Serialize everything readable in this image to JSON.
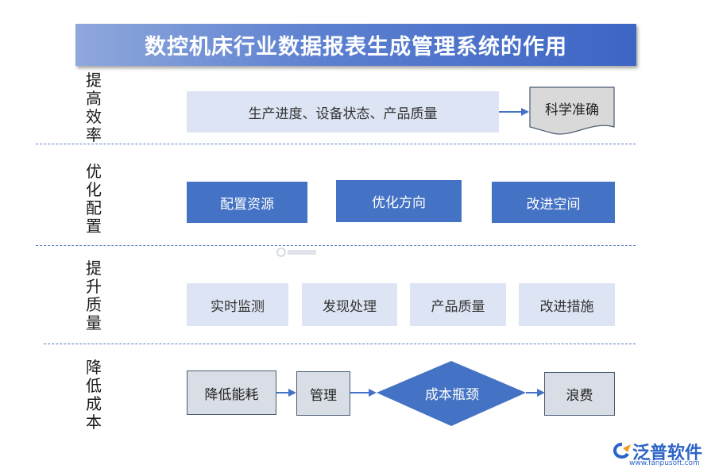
{
  "title": "数控机床行业数据报表生成管理系统的作用",
  "sections": [
    {
      "label": "提高效率",
      "boxes": [
        "生产进度、设备状态、产品质量"
      ],
      "result": "科学准确"
    },
    {
      "label": "优化配置",
      "boxes": [
        "配置资源",
        "优化方向",
        "改进空间"
      ]
    },
    {
      "label": "提升质量",
      "boxes": [
        "实时监测",
        "发现处理",
        "产品质量",
        "改进措施"
      ]
    },
    {
      "label": "降低成本",
      "boxes": [
        "降低能耗",
        "管理"
      ],
      "diamond": "成本瓶颈",
      "result": "浪费"
    }
  ],
  "logo": {
    "name": "泛普软件",
    "url": "www.fanpusoft.com"
  },
  "colors": {
    "accent": "#4472c4",
    "light_box": "#dde4f3",
    "gray_box": "#d8dde6",
    "separator": "#5b7fc4"
  }
}
